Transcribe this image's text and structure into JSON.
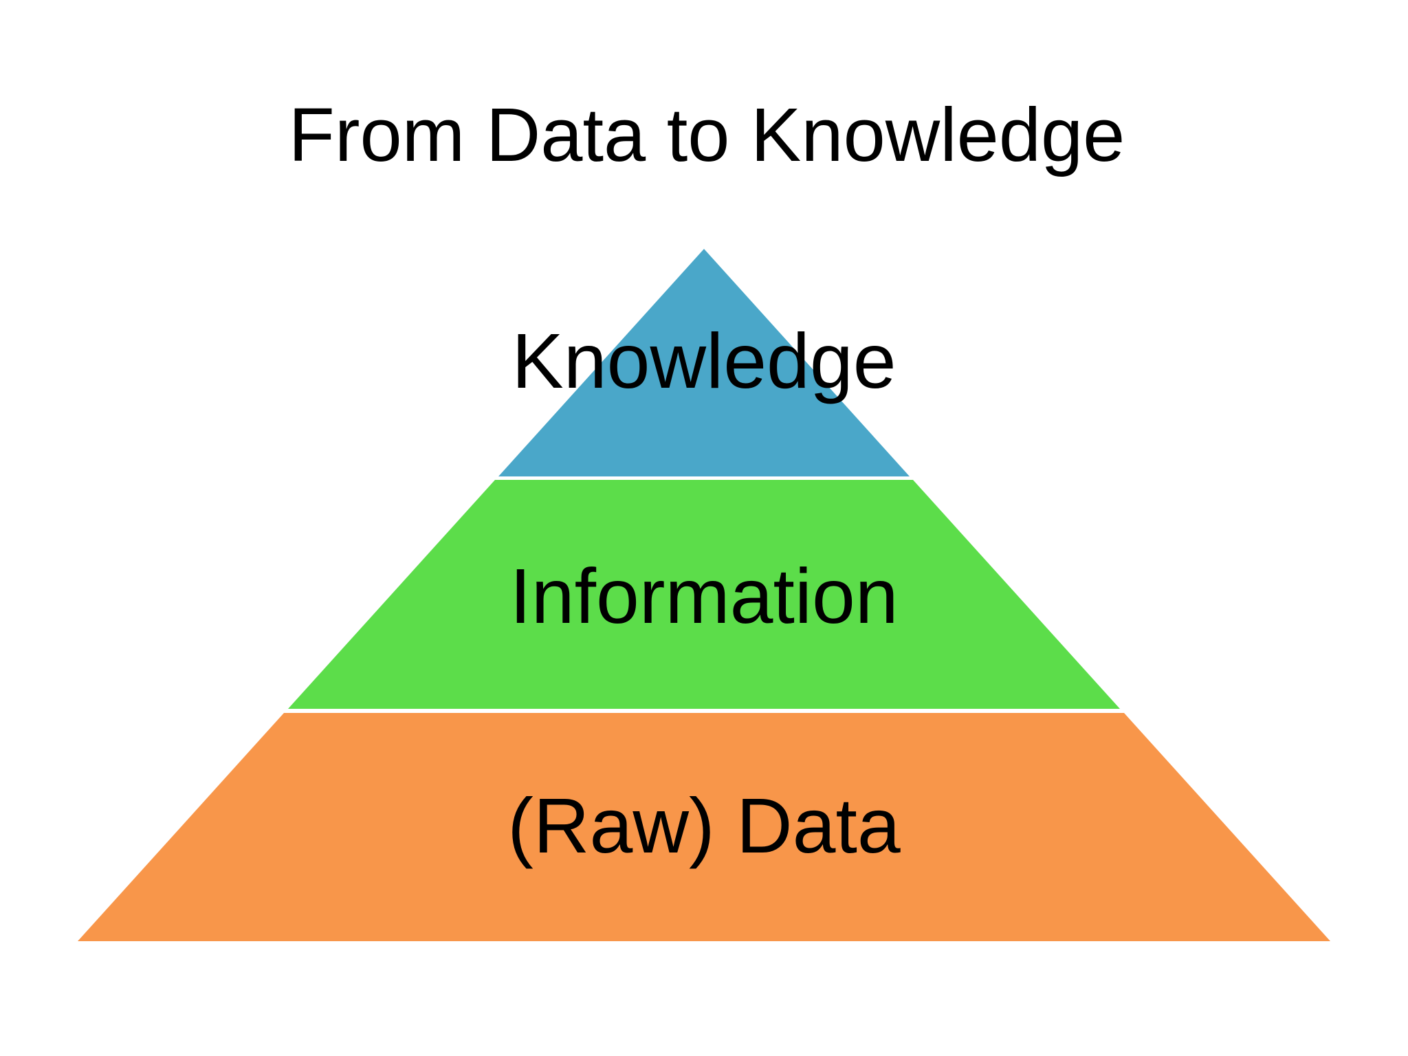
{
  "title": "From Data to Knowledge",
  "colors": {
    "background": "#FFFFFF",
    "text": "#000000",
    "separator": "#FFFFFF"
  },
  "pyramid": {
    "type": "pyramid-diagram",
    "direction": "data-at-bottom-knowledge-at-top",
    "layers": [
      {
        "id": "knowledge",
        "label": "Knowledge",
        "color": "#4AA7C9",
        "position": "top"
      },
      {
        "id": "information",
        "label": "Information",
        "color": "#5CDD4A",
        "position": "middle"
      },
      {
        "id": "raw-data",
        "label": "(Raw) Data",
        "color": "#F8964A",
        "position": "bottom"
      }
    ]
  }
}
